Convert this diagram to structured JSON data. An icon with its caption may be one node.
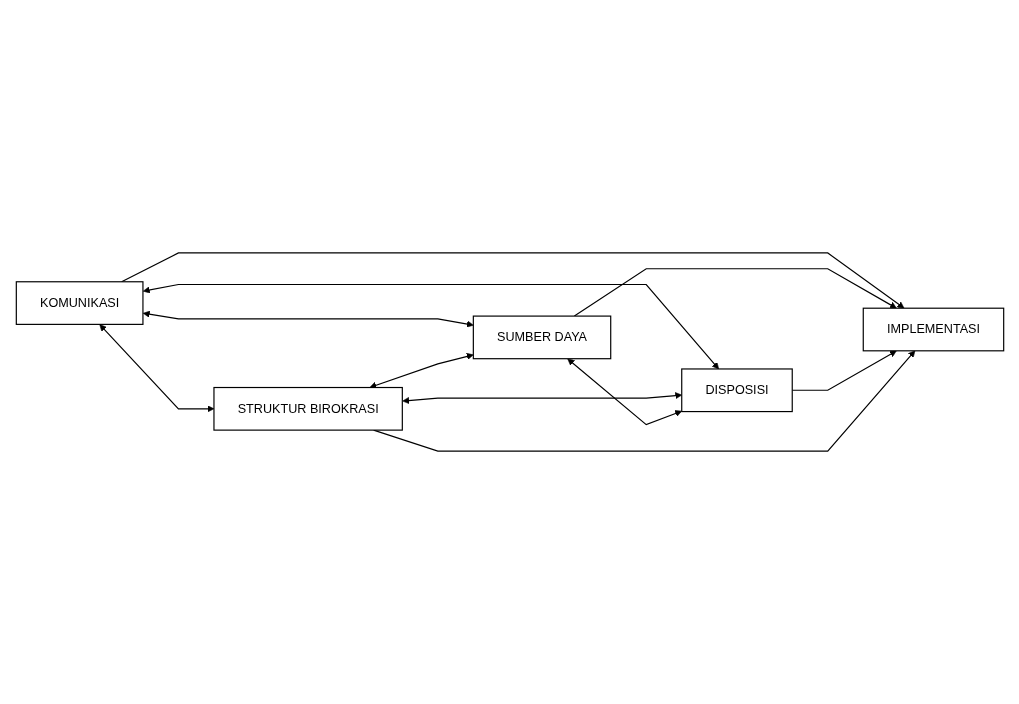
{
  "diagram": {
    "nodes": [
      {
        "text": [
          "KOMUNIKASI"
        ]
      },
      {
        "text": [
          "SUMBER DAYA"
        ]
      },
      {
        "text": [
          "DISPOSISI"
        ]
      },
      {
        "text": [
          "IMPLEMENTASI"
        ]
      },
      {
        "text": [
          "STRUKTUR BIROKRASI"
        ]
      }
    ],
    "edges": [
      {
        "from": 0,
        "to": 3,
        "arrow": "to"
      },
      {
        "from": 0,
        "to": 4,
        "arrow": "both"
      },
      {
        "from": 0,
        "to": 2,
        "arrow": "both"
      },
      {
        "from": 0,
        "to": 1,
        "arrow": "both"
      },
      {
        "from": 4,
        "to": 1,
        "arrow": "both"
      },
      {
        "from": 4,
        "to": 2,
        "arrow": "both"
      },
      {
        "from": 1,
        "to": 2,
        "arrow": "both"
      },
      {
        "from": 1,
        "to": 3,
        "arrow": "to"
      },
      {
        "from": 2,
        "to": 3,
        "arrow": "to"
      },
      {
        "from": 4,
        "to": 3,
        "arrow": "to"
      }
    ]
  }
}
